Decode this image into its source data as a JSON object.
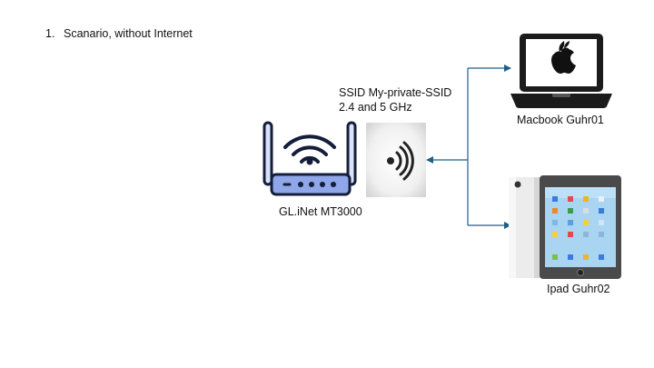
{
  "slide": {
    "heading_number": "1.",
    "heading_text": "Scanario,  without Internet"
  },
  "network": {
    "ssid_line1": "SSID My-private-SSID",
    "ssid_line2": "2.4 and 5 GHz"
  },
  "devices": {
    "router_label": "GL.iNet MT3000",
    "macbook_label": "Macbook Guhr01",
    "ipad_label": "Ipad Guhr02"
  },
  "colors": {
    "router_body": "#8fa6e8",
    "outline": "#141e3a",
    "connector": "#1f5f8b",
    "ipad_screen": "#a9d4f2",
    "laptop_body": "#1b1b1b"
  },
  "icons": [
    "router-icon",
    "wifi-signal-icon",
    "macbook-icon",
    "apple-logo-icon",
    "ipad-icon"
  ]
}
